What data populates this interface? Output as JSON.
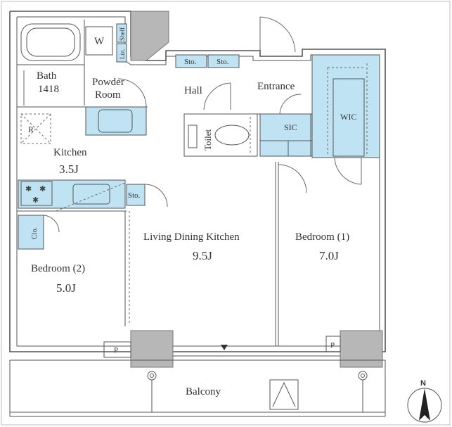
{
  "rooms": {
    "bath": "Bath",
    "bath_size": "1418",
    "washer": "W",
    "shelf": "Shelf",
    "linen": "Lin.",
    "powder_room_1": "Powder",
    "powder_room_2": "Room",
    "storage_1": "Sto.",
    "storage_2": "Sto.",
    "hall": "Hall",
    "entrance": "Entrance",
    "toilet": "Toilet",
    "sic": "SIC",
    "wic": "WIC",
    "refrigerator": "R",
    "kitchen": "Kitchen",
    "kitchen_size": "3.5J",
    "kitchen_storage": "Sto.",
    "closet": "Clo.",
    "ldk": "Living Dining Kitchen",
    "ldk_size": "9.5J",
    "bedroom1": "Bedroom (1)",
    "bedroom1_size": "7.0J",
    "bedroom2": "Bedroom (2)",
    "bedroom2_size": "5.0J",
    "pipe_left": "P",
    "pipe_right": "P",
    "balcony": "Balcony"
  },
  "compass": {
    "north": "N"
  },
  "colors": {
    "storage_fill": "#bfe3f2",
    "pillar_fill": "#b7b7b7",
    "wall_stroke": "#555555"
  }
}
